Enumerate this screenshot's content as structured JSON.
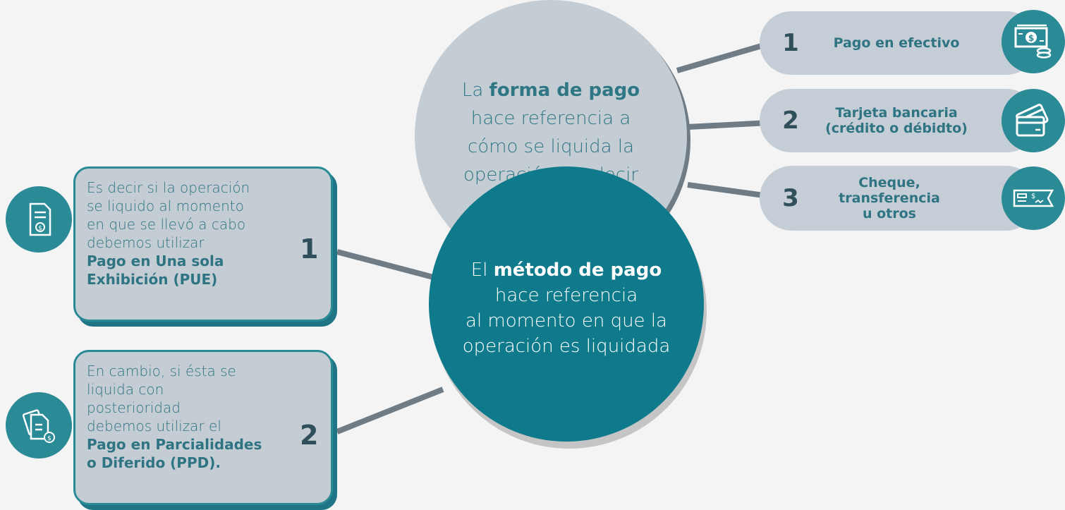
{
  "forma": {
    "pre": "La ",
    "bold": "forma de pago",
    "line2": "hace referencia a",
    "line3": "cómo se liquida la",
    "line4": "operación. es decir"
  },
  "metodo": {
    "pre": "El ",
    "bold": "método de pago",
    "line2": "hace referencia",
    "line3": "al momento en que la",
    "line4": "operación es liquidada"
  },
  "forma_options": [
    {
      "num": "1",
      "line1": "Pago en efectivo",
      "line2": "",
      "line3": "",
      "icon": "cash-icon"
    },
    {
      "num": "2",
      "line1": "Tarjeta bancaria",
      "line2": "(crédito o débidto)",
      "line3": "",
      "icon": "cards-icon"
    },
    {
      "num": "3",
      "line1": "Cheque,",
      "line2": "transferencia",
      "line3": "u otros",
      "icon": "cheque-icon"
    }
  ],
  "metodo_options": [
    {
      "num": "1",
      "lines": [
        "Es decir si la operación",
        "se liquido al momento",
        "en que se llevó a cabo",
        "debemos utilizar"
      ],
      "bold_lines": [
        "Pago en Una sola",
        "Exhibición (PUE)"
      ],
      "icon": "invoice-icon"
    },
    {
      "num": "2",
      "lines": [
        "En cambio, si ésta se",
        "liquida con",
        "posterioridad",
        "debemos utilizar el"
      ],
      "bold_lines": [
        "Pago en Parcialidades",
        "o Diferido (PPD)."
      ],
      "icon": "documents-icon"
    }
  ],
  "colors": {
    "teal": "#0f7a8b",
    "gray": "#c4ccd4",
    "text": "#2f7482",
    "line": "#6f7c86"
  }
}
